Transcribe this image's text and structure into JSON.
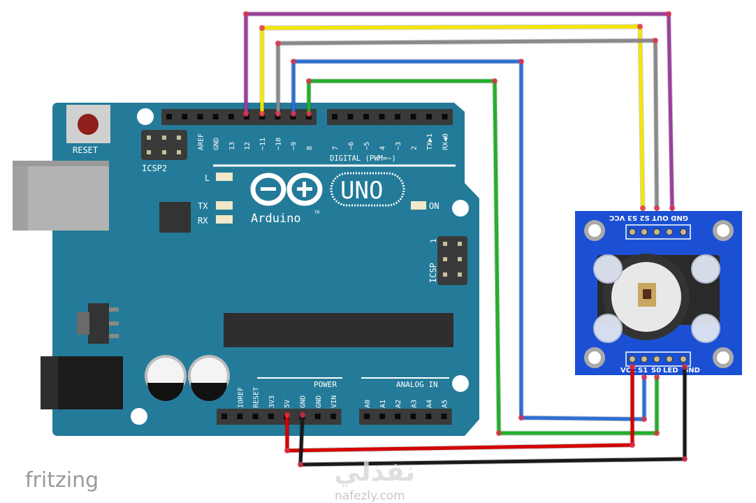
{
  "colors": {
    "board": "#247b99",
    "module": "#1b50d4",
    "header": "#3a3a3a",
    "purple": "#9b3f9c",
    "yellow": "#f4e600",
    "gray": "#8a8a8a",
    "blue": "#2d6fd6",
    "green": "#22b02a",
    "red": "#d40000",
    "black": "#1a1a1a"
  },
  "arduino": {
    "reset_label": "RESET",
    "icsp2_label": "ICSP2",
    "icsp_label": "ICSP",
    "icsp_pin1": "1",
    "digital_label": "DIGITAL (PWM=~)",
    "brand": "Arduino",
    "trademark": "TM",
    "model": "UNO",
    "led_l": "L",
    "led_tx": "TX",
    "led_rx": "RX",
    "led_on": "ON",
    "power_label": "POWER",
    "analog_label": "ANALOG IN",
    "header_top_left": [
      "",
      "",
      "AREF",
      "GND",
      "13",
      "12",
      "~11",
      "~10",
      "~9",
      "8"
    ],
    "header_top_right": [
      "7",
      "~6",
      "~5",
      "4",
      "~3",
      "2",
      "TX▶1",
      "RX◀0"
    ],
    "header_power": [
      "",
      "IOREF",
      "RESET",
      "3V3",
      "5V",
      "GND",
      "GND",
      "VIN"
    ],
    "header_analog": [
      "A0",
      "A1",
      "A2",
      "A3",
      "A4",
      "A5"
    ]
  },
  "sensor": {
    "top_pins": [
      "VCC",
      "S3",
      "S2",
      "OUT",
      "GND"
    ],
    "top_label": "GND OUT S2 S3 VCC",
    "bottom_pins": [
      "VCC",
      "S1",
      "S0",
      "LED",
      "GND"
    ]
  },
  "connections": [
    {
      "wire": "purple",
      "from": "D12",
      "to": "OUT"
    },
    {
      "wire": "yellow",
      "from": "D11",
      "to": "S3"
    },
    {
      "wire": "gray",
      "from": "D10",
      "to": "S2"
    },
    {
      "wire": "blue",
      "from": "D9",
      "to": "S1"
    },
    {
      "wire": "green",
      "from": "D8",
      "to": "S0"
    },
    {
      "wire": "red",
      "from": "5V",
      "to": "VCC"
    },
    {
      "wire": "black",
      "from": "GND",
      "to": "GND"
    }
  ],
  "footer": {
    "fritzing": "fritzing",
    "watermark_arabic": "نفذلي",
    "watermark_url": "nafezly.com"
  }
}
